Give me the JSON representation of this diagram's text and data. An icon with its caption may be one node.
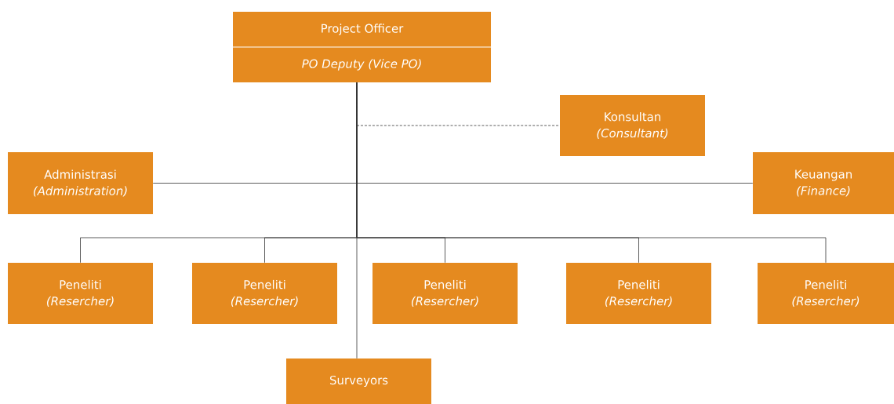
{
  "diagram": {
    "nodes": [
      {
        "text": [
          "Project Officer",
          "PO Deputy (Vice PO)"
        ]
      },
      {
        "text": [
          "Konsultan",
          "(Consultant)"
        ]
      },
      {
        "text": [
          "Administrasi",
          "(Administration)"
        ]
      },
      {
        "text": [
          "Keuangan",
          "(Finance)"
        ]
      },
      {
        "text": [
          "Peneliti",
          "(Resercher)"
        ]
      },
      {
        "text": [
          "Peneliti",
          "(Resercher)"
        ]
      },
      {
        "text": [
          "Peneliti",
          "(Resercher)"
        ]
      },
      {
        "text": [
          "Peneliti",
          "(Resercher)"
        ]
      },
      {
        "text": [
          "Peneliti",
          "(Resercher)"
        ]
      },
      {
        "text": [
          "Surveyors"
        ]
      }
    ],
    "edges": [
      {
        "from": 0,
        "to": 1,
        "arrow": "none",
        "style": "dashed"
      },
      {
        "from": 0,
        "to": 2,
        "arrow": "none"
      },
      {
        "from": 0,
        "to": 3,
        "arrow": "none"
      },
      {
        "from": 0,
        "to": 4,
        "arrow": "none"
      },
      {
        "from": 0,
        "to": 5,
        "arrow": "none"
      },
      {
        "from": 0,
        "to": 6,
        "arrow": "none"
      },
      {
        "from": 0,
        "to": 7,
        "arrow": "none"
      },
      {
        "from": 0,
        "to": 8,
        "arrow": "none"
      },
      {
        "from": 0,
        "to": 9,
        "arrow": "none"
      }
    ]
  }
}
